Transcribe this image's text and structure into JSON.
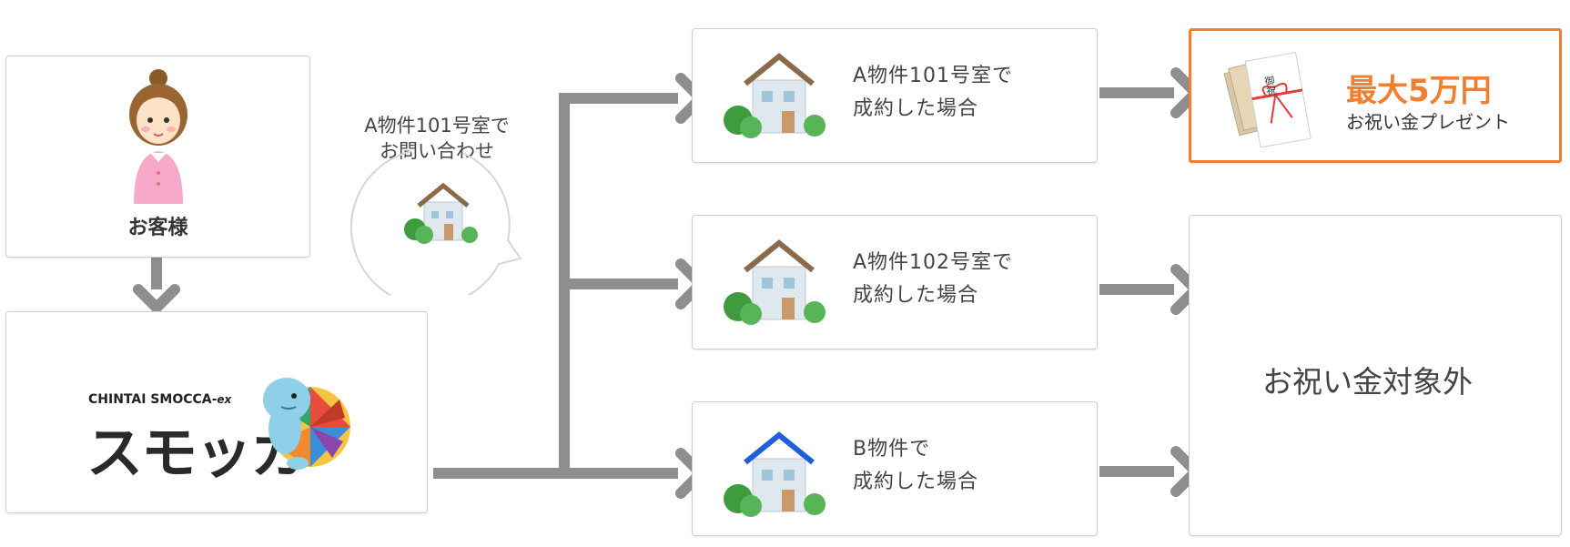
{
  "customer": {
    "label": "お客様"
  },
  "inquiry_bubble": {
    "lines": [
      "A物件101号室で",
      "お問い合わせ"
    ]
  },
  "logo": {
    "tagline": "CHINTAI SMOCCA-",
    "tagline_suffix": "ex",
    "name": "スモッカ"
  },
  "outcomes": [
    {
      "lines": [
        "A物件101号室で",
        "成約した場合"
      ],
      "house_roof": "brown"
    },
    {
      "lines": [
        "A物件102号室で",
        "成約した場合"
      ],
      "house_roof": "brown"
    },
    {
      "lines": [
        "B物件で",
        "成約した場合"
      ],
      "house_roof": "blue"
    }
  ],
  "reward": {
    "title": "最大5万円",
    "subtitle": "お祝い金プレゼント",
    "envelope_text": "御祝"
  },
  "excluded": {
    "label": "お祝い金対象外"
  },
  "colors": {
    "arrow": "#8e8e8e",
    "accent": "#f08030",
    "border": "#cfcfcf"
  }
}
